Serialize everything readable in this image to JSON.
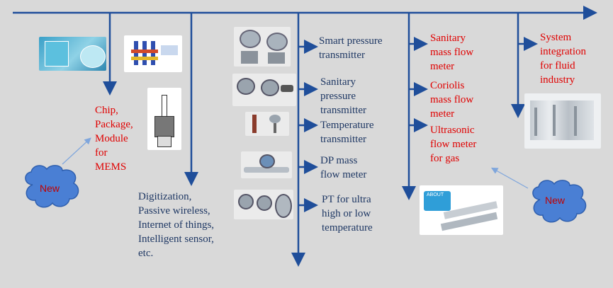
{
  "colors": {
    "line": "#1f4e9a",
    "blue_text": "#1f3864",
    "red_text": "#e00000",
    "cloud": "#4a7fd4",
    "background": "#d9d9d9"
  },
  "branches": {
    "mems": {
      "text": "Chip,\nPackage,\nModule\nfor\nMEMS"
    },
    "digital": {
      "text": "Digitization,\nPassive wireless,\nInternet of things,\nIntelligent sensor,\netc."
    },
    "products": [
      {
        "text": "Smart pressure\ntransmitter"
      },
      {
        "text": "Sanitary\npressure\ntransmitter"
      },
      {
        "text": "Temperature\ntransmitter"
      },
      {
        "text": "DP mass\nflow meter"
      },
      {
        "text": "PT for ultra\nhigh or low\ntemperature"
      }
    ],
    "flow": [
      {
        "text": "Sanitary\nmass flow\nmeter"
      },
      {
        "text": "Coriolis\nmass flow\nmeter"
      },
      {
        "text": "Ultrasonic\nflow meter\nfor gas"
      }
    ],
    "system": {
      "text": "System\nintegration\nfor fluid\nindustry"
    }
  },
  "badges": [
    {
      "label": "New"
    },
    {
      "label": "New"
    }
  ],
  "brochure": {
    "header": "ABOUT"
  }
}
